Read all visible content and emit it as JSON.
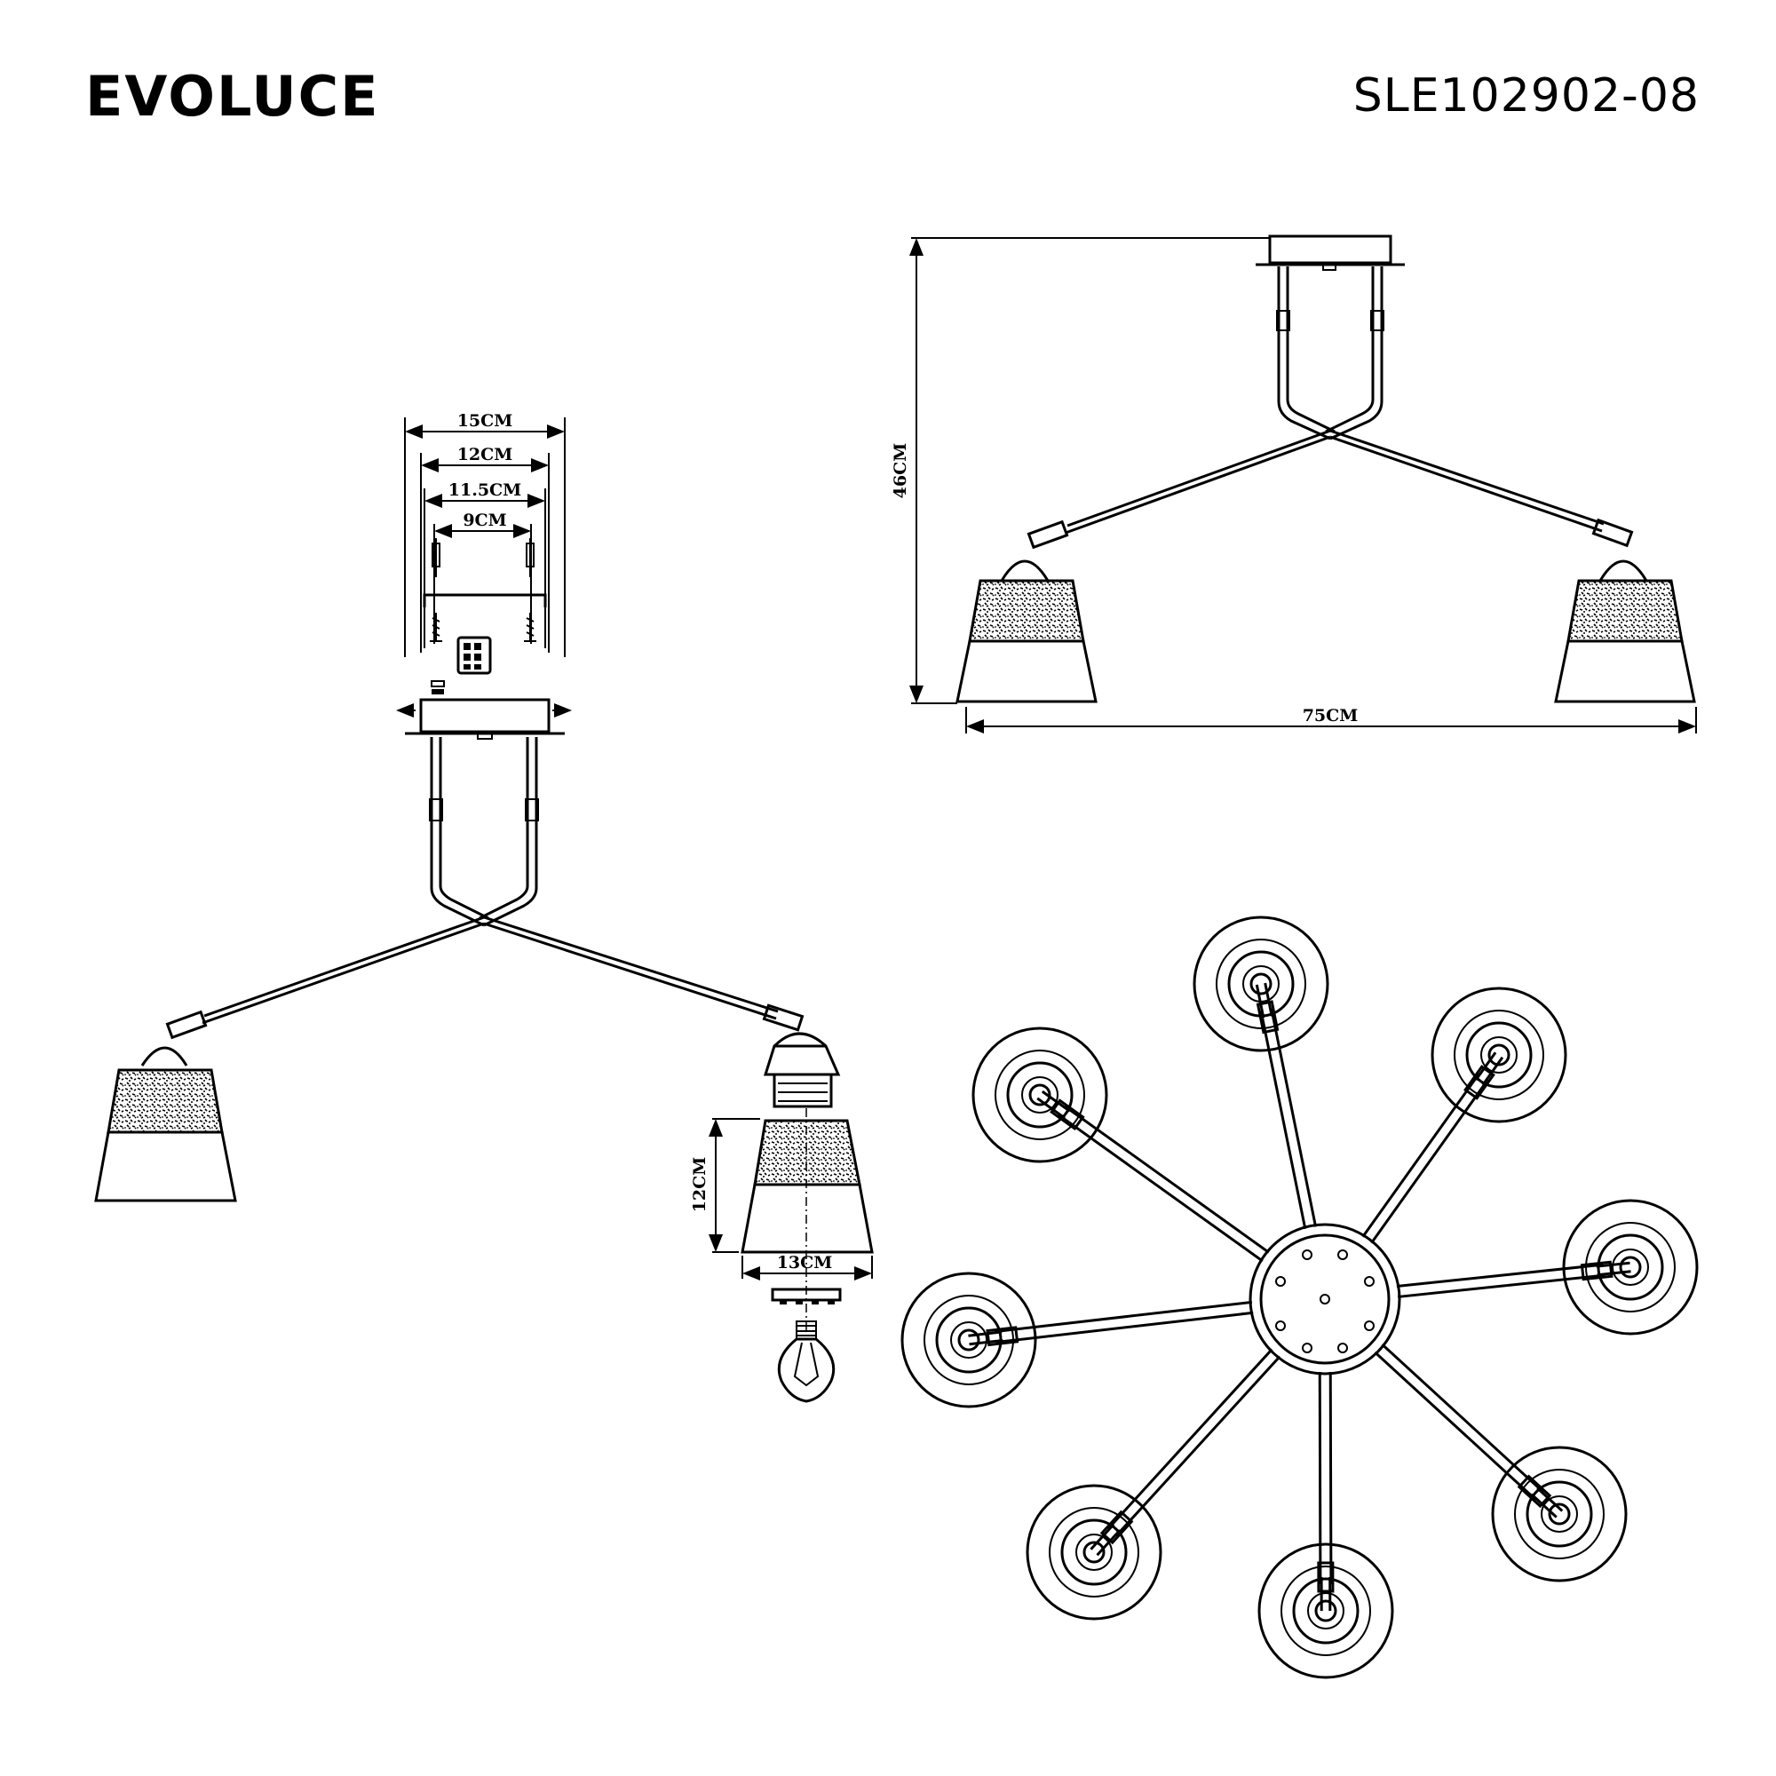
{
  "brand": "EVOLUCE",
  "model": "SLE102902-08",
  "dimensions": {
    "mount_outer": "15CM",
    "mount_12": "12CM",
    "mount_11_5": "11.5CM",
    "mount_9": "9CM",
    "shade_height": "12CM",
    "shade_width": "13CM",
    "total_height": "46CM",
    "total_width": "75CM"
  },
  "views": {
    "top_view_arms": 8
  }
}
